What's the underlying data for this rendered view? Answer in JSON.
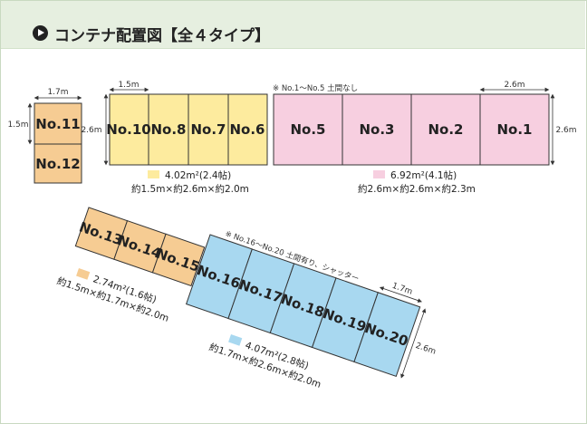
{
  "title": "コンテナ配置図【全４タイプ】",
  "colors": {
    "orange": "#f6cc93",
    "yellow": "#fdeb9e",
    "pink": "#f7cfe0",
    "blue": "#a8d8f0",
    "titlebar": "#e6efe0"
  },
  "containers": {
    "no11": "No.11",
    "no12": "No.12",
    "no10": "No.10",
    "no8": "No.8",
    "no7": "No.7",
    "no6": "No.6",
    "no5": "No.5",
    "no3": "No.3",
    "no2": "No.2",
    "no1": "No.1",
    "no13": "No.13",
    "no14": "No.14",
    "no15": "No.15",
    "no16": "No.16",
    "no17": "No.17",
    "no18": "No.18",
    "no19": "No.19",
    "no20": "No.20"
  },
  "dimensions": {
    "d17a": "1.7m",
    "d15a": "1.5m",
    "d26a": "2.6m",
    "d15b": "1.5m",
    "d26b": "2.6m",
    "d26c": "2.6m",
    "d17b": "1.7m",
    "d26d": "2.6m"
  },
  "notes": {
    "top": "※ No.1～No.5 土間なし",
    "bottom": "※ No.16～No.20 土間有り、シャッター"
  },
  "legends": {
    "yellow_area": "4.02m²(2.4帖)",
    "yellow_size": "約1.5m×約2.6m×約2.0m",
    "pink_area": "6.92m²(4.1帖)",
    "pink_size": "約2.6m×約2.6m×約2.3m",
    "orange_area": "2.74m²(1.6帖)",
    "orange_size": "約1.5m×約1.7m×約2.0m",
    "blue_area": "4.07m²(2.8帖)",
    "blue_size": "約1.7m×約2.6m×約2.0m"
  }
}
